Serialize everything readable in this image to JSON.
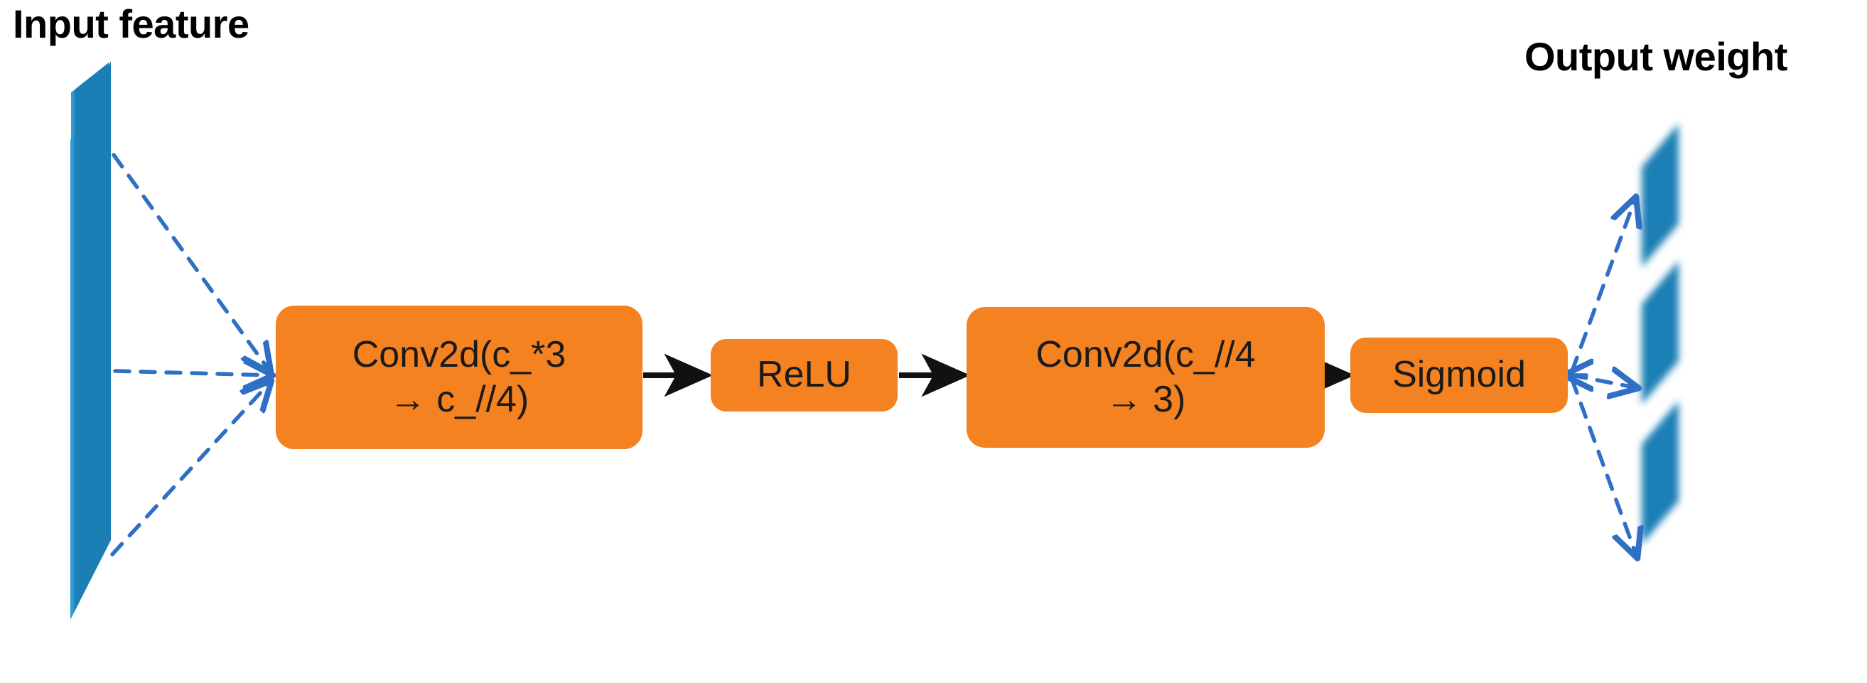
{
  "diagram": {
    "title_left": "Input feature",
    "title_right": "Output weight",
    "colors": {
      "feature_blue": "#1b7fb6",
      "feature_blue_light": "#2d9bd4",
      "op_orange": "#F58220",
      "arrow_black": "#111111",
      "arrow_blue_dashed": "#2f6fc4",
      "text_dark": "#1a1a1a",
      "background": "#ffffff"
    },
    "input_features": [
      {
        "name": "input-feature-slab-1"
      },
      {
        "name": "input-feature-slab-2"
      },
      {
        "name": "input-feature-slab-3"
      }
    ],
    "output_features": [
      {
        "name": "output-weight-slab-1"
      },
      {
        "name": "output-weight-slab-2"
      },
      {
        "name": "output-weight-slab-3"
      }
    ],
    "pipeline": [
      {
        "id": "conv1",
        "label": "Conv2d(c_*3\n→ c_//4)",
        "name": "conv2d-in-block"
      },
      {
        "id": "relu",
        "label": "ReLU",
        "name": "relu-block"
      },
      {
        "id": "conv2",
        "label": "Conv2d(c_//4\n→ 3)",
        "name": "conv2d-out-block"
      },
      {
        "id": "sigmoid",
        "label": "Sigmoid",
        "name": "sigmoid-block"
      }
    ],
    "connectors": {
      "solid_arrow_count": 3,
      "dashed_fan_in_count": 3,
      "dashed_fan_out_count": 3
    }
  }
}
